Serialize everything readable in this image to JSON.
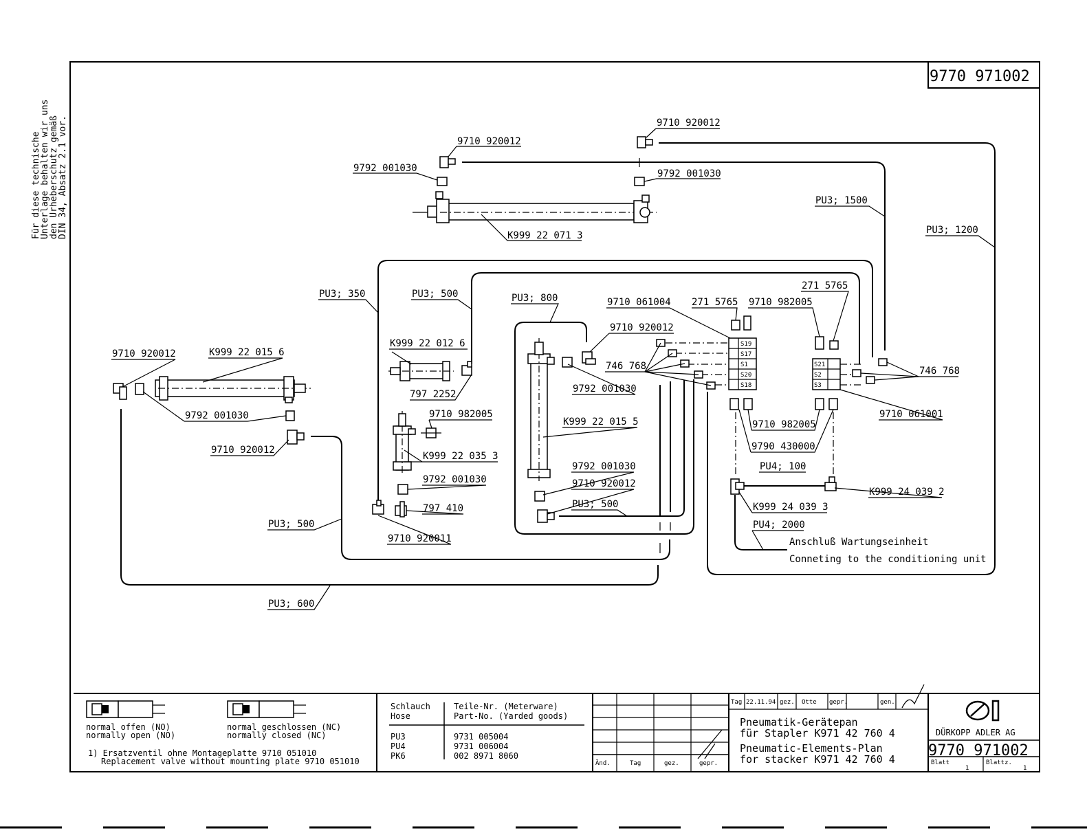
{
  "drawing_number": "9770 971002",
  "copyright_note": [
    "Für diese technische",
    "Unterlage behalten wir uns",
    "den Urheberschutz gemäß",
    "DIN 34, Absatz 2.1 vor."
  ],
  "labels": {
    "top_fitting_left": "9710 920012",
    "top_fitting_right": "9710 920012",
    "top_silencer_left": "9792 001030",
    "top_silencer_right": "9792 001030",
    "top_cylinder": "K999 22 071 3",
    "pu3_1500": "PU3; 1500",
    "pu3_1200": "PU3; 1200",
    "pu3_350": "PU3; 350",
    "pu3_500_a": "PU3; 500",
    "pu3_800": "PU3; 800",
    "valve_061004": "9710 061004",
    "part_2715765_a": "271 5765",
    "part_2715765_b": "271 5765",
    "valve_982005_top": "9710 982005",
    "fitting_920012_mid": "9710 920012",
    "cyl_0126": "K999 22 012 6",
    "left_fitting": "9710 920012",
    "left_cylinder": "K999 22 015 6",
    "left_silencer": "9792 001030",
    "left_fitting_lower": "9710 920012",
    "part_7972252": "797 2252",
    "valve_982005_mid": "9710 982005",
    "cyl_0353": "K999 22 035 3",
    "silencer_mid_low": "9792 001030",
    "part_797410": "797 410",
    "fitting_920011": "9710 920011",
    "pu3_500_b": "PU3; 500",
    "pu3_600": "PU3; 600",
    "part_746768_left": "746 768",
    "silencer_center": "9792 001030",
    "cyl_0155": "K999 22 015 5",
    "silencer_center_low": "9792 001030",
    "fitting_center_low": "9710 920012",
    "pu3_500_c": "PU3; 500",
    "part_746768_right": "746 768",
    "valve_061001": "9710 061001",
    "valve_982005_low": "9710 982005",
    "part_430000": "9790 430000",
    "pu4_100": "PU4; 100",
    "part_240392": "K999 24 039 2",
    "part_240393": "K999 24 039 3",
    "pu4_2000": "PU4; 2000",
    "conditioning_de": "Anschluß Wartungseinheit",
    "conditioning_en": "Conneting to the conditioning unit"
  },
  "valve_block_left": [
    "S19",
    "S17",
    "S1",
    "S20",
    "S18"
  ],
  "valve_block_right": [
    "S21",
    "S2",
    "S3"
  ],
  "legend": {
    "no_de": "normal offen (NO)",
    "no_en": "normally open (NO)",
    "nc_de": "normal geschlossen (NC)",
    "nc_en": "normally closed (NC)",
    "note_de": "1) Ersatzventil ohne Montageplatte 9710 051010",
    "note_en": "Replacement valve without mounting plate 9710 051010"
  },
  "hose_table": {
    "col1_de": "Schlauch",
    "col1_en": "Hose",
    "col2_de": "Teile-Nr. (Meterware)",
    "col2_en": "Part-No. (Yarded goods)",
    "rows": [
      {
        "hose": "PU3",
        "part": "9731 005004"
      },
      {
        "hose": "PU4",
        "part": "9731 006004"
      },
      {
        "hose": "PK6",
        "part": "002 8971 8060"
      }
    ]
  },
  "revision_table": {
    "col_change": "Änd.",
    "col_day": "Tag",
    "col_drawn": "gez.",
    "col_checked": "gepr."
  },
  "title_block": {
    "tag_label": "Tag",
    "date": "22.11.94",
    "gez_label": "gez.",
    "drawn_by": "Otte",
    "gepr_label": "gepr.",
    "gen_label": "gen.",
    "title_de_1": "Pneumatik-Gerätepan",
    "title_de_2": "für Stapler K971 42 760 4",
    "title_en_1": "Pneumatic-Elements-Plan",
    "title_en_2": "for stacker K971 42 760 4",
    "company": "DÜRKOPP ADLER AG",
    "drawing_number": "9770 971002",
    "sheet_label": "Blatt",
    "sheet_value": "1",
    "sheets_label": "Blattz.",
    "sheets_value": "1"
  }
}
